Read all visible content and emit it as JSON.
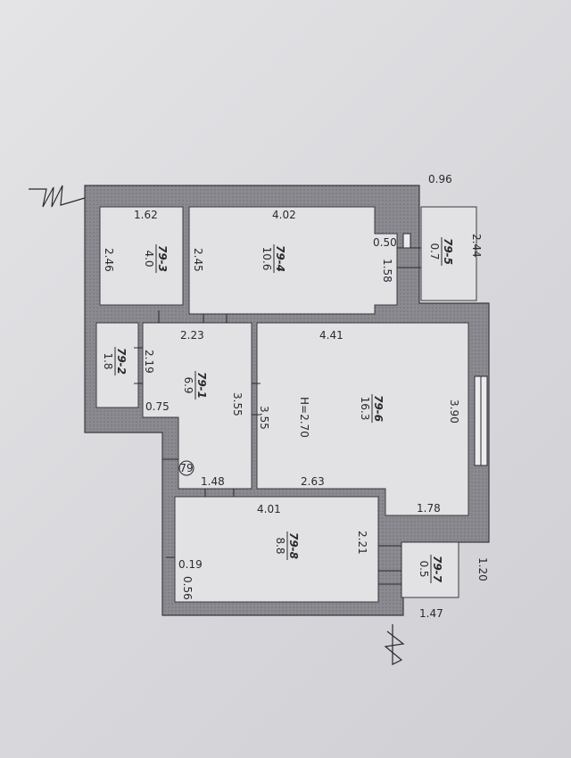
{
  "dimensions": {
    "w_top": "0.96",
    "w_right": "2.44",
    "r3_w": "1.62",
    "r3_h": "2.46",
    "r4_w": "4.02",
    "r4_h": "2.45",
    "r4_niche_w": "0.50",
    "r4_niche_h": "1.58",
    "r1_w": "2.23",
    "r2_h": "2.19",
    "r2_w": "0.75",
    "r1_h": "3.55",
    "r6_left_h": "3.55",
    "r6_w": "4.41",
    "r6_h": "3.90",
    "r6_bottom_w": "2.63",
    "r6_bottom_right": "1.78",
    "r1_bottom_w": "1.48",
    "r8_w": "4.01",
    "r8_h": "2.21",
    "r8_wall": "0.19",
    "r8_niche": "0.56",
    "r7_w": "1.20",
    "r7_h": "1.47"
  },
  "height_label": "H=2.70",
  "stair_mark": "79",
  "rooms": [
    {
      "id": "3",
      "label": "79-3",
      "area": "4.0"
    },
    {
      "id": "4",
      "label": "79-4",
      "area": "10.6"
    },
    {
      "id": "5",
      "label": "79-5",
      "area": "0.7"
    },
    {
      "id": "2",
      "label": "79-2",
      "area": "1.8"
    },
    {
      "id": "1",
      "label": "79-1",
      "area": "6.9"
    },
    {
      "id": "6",
      "label": "79-6",
      "area": "16.3"
    },
    {
      "id": "8",
      "label": "79-8",
      "area": "8.8"
    },
    {
      "id": "7",
      "label": "79-7",
      "area": "0.5"
    }
  ]
}
